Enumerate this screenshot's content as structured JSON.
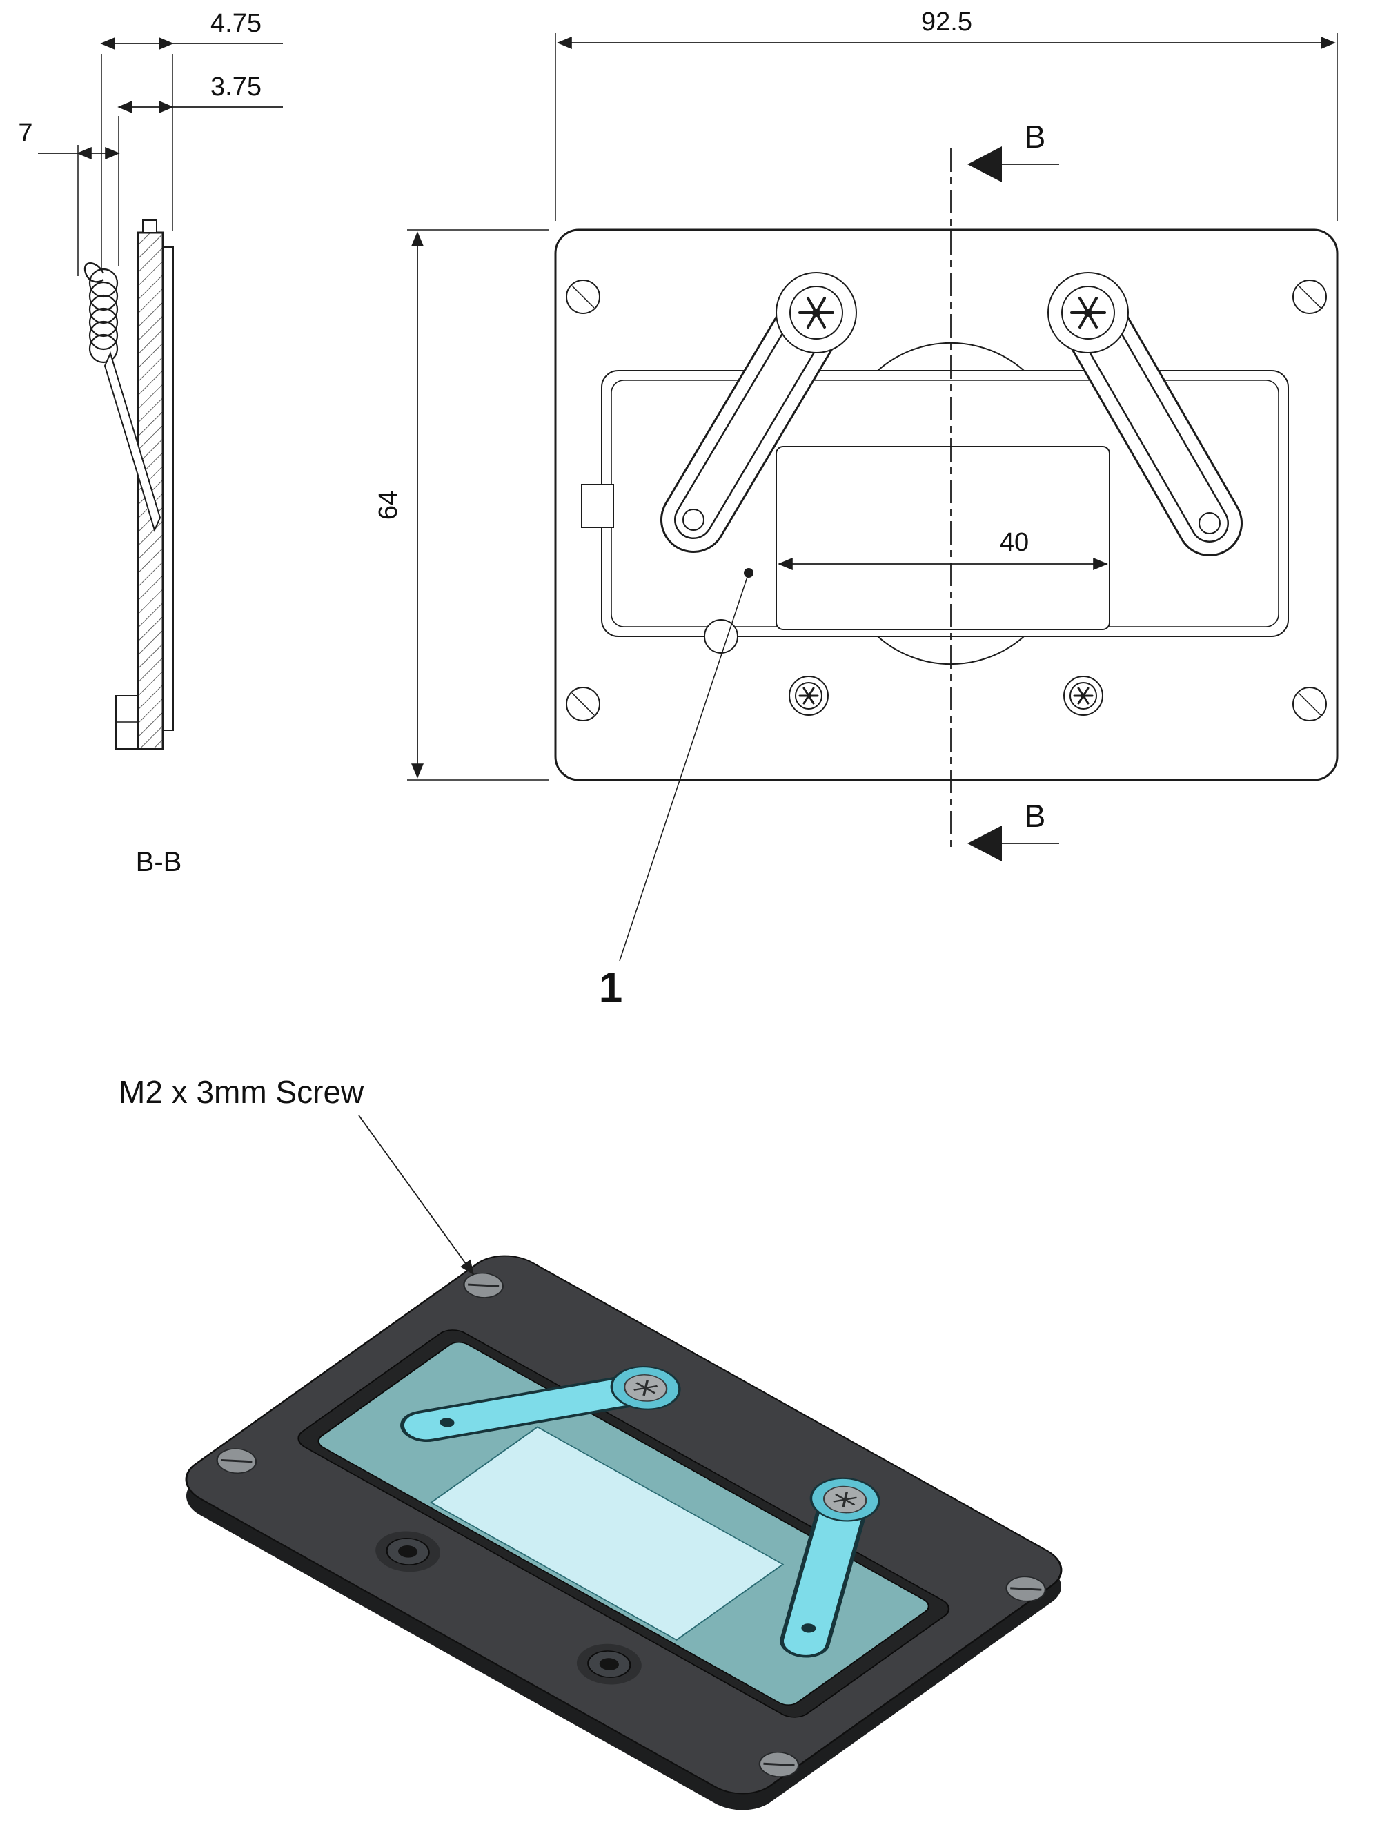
{
  "drawing": {
    "dims": {
      "overall_width": "92.5",
      "overall_height": "64",
      "window_width": "40",
      "total_thickness": "4.75",
      "plate_thickness": "3.75",
      "clip_depth": "7"
    },
    "section": {
      "view_label": "B-B",
      "cut_label": "B"
    },
    "callout": {
      "part_number": "1"
    },
    "annotation": {
      "screw_note": "M2 x 3mm Screw"
    },
    "colors": {
      "line": "#1c1c1c",
      "plate_top": "#3f4043",
      "plate_edge": "#1d1e1f",
      "recess_wall": "#232425",
      "recess_floor": "#7fb3b6",
      "window_face": "#cdeef4",
      "lever": "#7edce9",
      "lever_edge": "#17343a",
      "screw_metal": "#8f9396"
    }
  }
}
